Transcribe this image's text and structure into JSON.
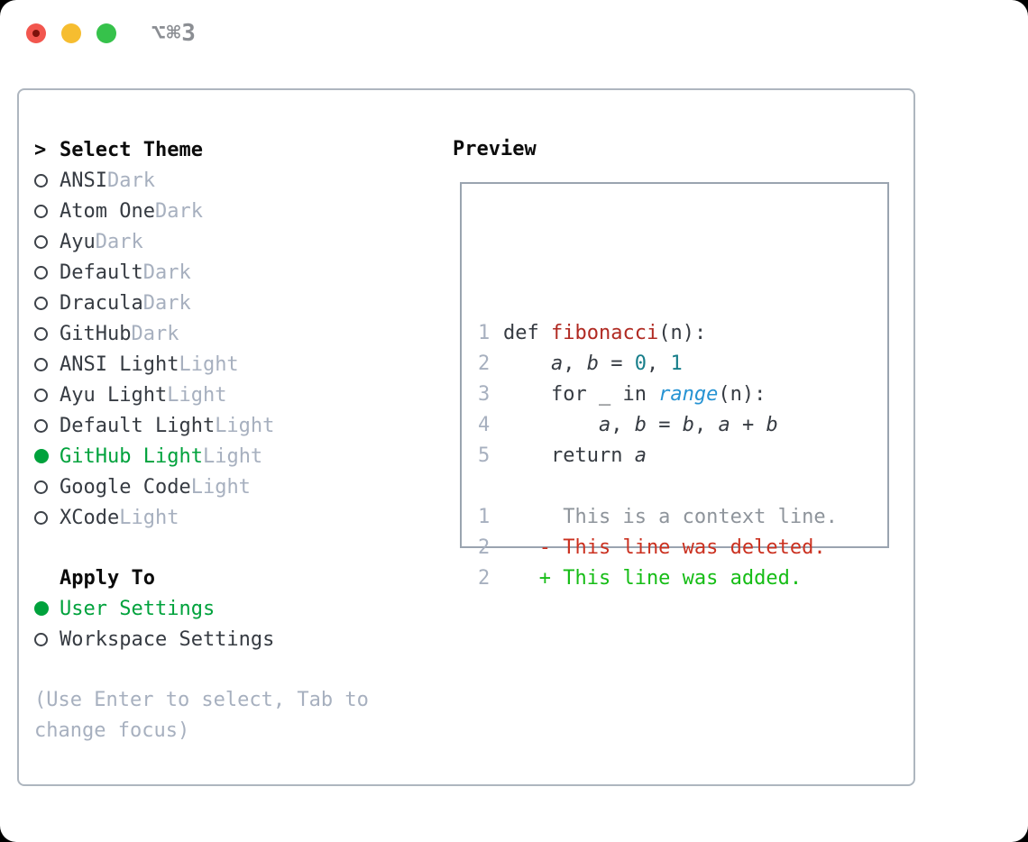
{
  "window": {
    "title": "⌥⌘3",
    "traffic_lights": [
      "close",
      "minimize",
      "zoom"
    ]
  },
  "colors": {
    "selected_green": "#00a23c",
    "added_green": "#16bd16",
    "deleted_red": "#cb3120",
    "function_red": "#b02a22",
    "number_teal": "#177e8a",
    "builtin_blue": "#2693d3",
    "muted_gray": "#a7b0bf",
    "text_dark": "#363b42"
  },
  "theme_picker": {
    "header": {
      "marker": ">",
      "label": "Select Theme"
    },
    "items": [
      {
        "name": "ANSI",
        "variant": "Dark",
        "selected": false
      },
      {
        "name": "Atom One",
        "variant": "Dark",
        "selected": false
      },
      {
        "name": "Ayu",
        "variant": "Dark",
        "selected": false
      },
      {
        "name": "Default",
        "variant": "Dark",
        "selected": false
      },
      {
        "name": "Dracula",
        "variant": "Dark",
        "selected": false
      },
      {
        "name": "GitHub",
        "variant": "Dark",
        "selected": false
      },
      {
        "name": "ANSI Light",
        "variant": "Light",
        "selected": false
      },
      {
        "name": "Ayu Light",
        "variant": "Light",
        "selected": false
      },
      {
        "name": "Default Light",
        "variant": "Light",
        "selected": false
      },
      {
        "name": "GitHub Light",
        "variant": "Light",
        "selected": true
      },
      {
        "name": "Google Code",
        "variant": "Light",
        "selected": false
      },
      {
        "name": "XCode",
        "variant": "Light",
        "selected": false
      }
    ],
    "apply_to": {
      "label": "Apply To",
      "options": [
        {
          "name": "User Settings",
          "selected": true
        },
        {
          "name": "Workspace Settings",
          "selected": false
        }
      ]
    },
    "help": [
      "(Use Enter to select, Tab to",
      "change focus)"
    ]
  },
  "preview": {
    "label": "Preview",
    "lines": [
      {
        "num": "1",
        "tokens": [
          {
            "t": "def ",
            "c": "code"
          },
          {
            "t": "fibonacci",
            "c": "func"
          },
          {
            "t": "(n):",
            "c": "code"
          }
        ]
      },
      {
        "num": "2",
        "tokens": [
          {
            "t": "    ",
            "c": "code"
          },
          {
            "t": "a",
            "c": "var"
          },
          {
            "t": ", ",
            "c": "code"
          },
          {
            "t": "b",
            "c": "var"
          },
          {
            "t": " = ",
            "c": "code"
          },
          {
            "t": "0",
            "c": "num"
          },
          {
            "t": ", ",
            "c": "code"
          },
          {
            "t": "1",
            "c": "num"
          }
        ]
      },
      {
        "num": "3",
        "tokens": [
          {
            "t": "    for _ in ",
            "c": "code"
          },
          {
            "t": "range",
            "c": "blue"
          },
          {
            "t": "(n):",
            "c": "code"
          }
        ]
      },
      {
        "num": "4",
        "tokens": [
          {
            "t": "        ",
            "c": "code"
          },
          {
            "t": "a",
            "c": "var"
          },
          {
            "t": ", ",
            "c": "code"
          },
          {
            "t": "b",
            "c": "var"
          },
          {
            "t": " = ",
            "c": "code"
          },
          {
            "t": "b",
            "c": "var"
          },
          {
            "t": ", ",
            "c": "code"
          },
          {
            "t": "a",
            "c": "var"
          },
          {
            "t": " + ",
            "c": "code"
          },
          {
            "t": "b",
            "c": "var"
          }
        ]
      },
      {
        "num": "5",
        "tokens": [
          {
            "t": "    return ",
            "c": "code"
          },
          {
            "t": "a",
            "c": "var"
          }
        ]
      },
      {
        "num": "",
        "tokens": []
      },
      {
        "num": "1",
        "tokens": [
          {
            "t": "     This is a context line.",
            "c": "context"
          }
        ]
      },
      {
        "num": "2",
        "tokens": [
          {
            "t": "   - This line was deleted.",
            "c": "del"
          }
        ]
      },
      {
        "num": "2",
        "tokens": [
          {
            "t": "   + This line was added.",
            "c": "add"
          }
        ]
      }
    ]
  }
}
